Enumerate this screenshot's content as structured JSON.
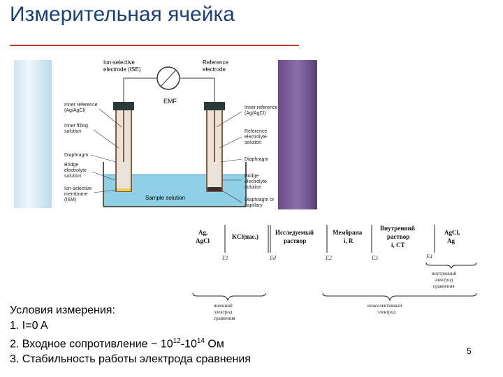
{
  "title": "Измерительная ячейка",
  "cell": {
    "ise_label": [
      "Ion-selective",
      "electrode (ISE)"
    ],
    "ref_label": [
      "Reference",
      "electrode"
    ],
    "emf": "EMF",
    "sample": "Sample solution",
    "left_labels": [
      [
        "Inner reference",
        "(Ag/AgCl)"
      ],
      [
        "Inner filling",
        "solution"
      ],
      [
        "Diaphragm"
      ],
      [
        "Bridge",
        "electrolyte",
        "solution"
      ],
      [
        "Ion-selective",
        "membrane",
        "(ISM)"
      ]
    ],
    "right_labels": [
      [
        "Inner reference",
        "(Ag/AgCl)"
      ],
      [
        "Reference",
        "electrolyte",
        "solution"
      ],
      [
        "Diaphragm"
      ],
      [
        "Bridge",
        "electrolyte",
        "solution"
      ],
      [
        "Diaphragm or",
        "capillary"
      ]
    ]
  },
  "schema": {
    "cols": [
      [
        "Ag,",
        "AgCl"
      ],
      [
        "KCl(нас.)"
      ],
      [
        "Исследуемый",
        "раствор"
      ],
      [
        "Мембрана",
        "i, R"
      ],
      [
        "Внутренний",
        "раствор",
        "i, CT"
      ],
      [
        "AgCl,",
        "Ag"
      ]
    ],
    "potentials": [
      "E1",
      "Ed",
      "E2",
      "E3",
      "E4"
    ],
    "brace_labels": {
      "ref": [
        "внешний",
        "электрод",
        "сравнения"
      ],
      "ise": [
        "ионселективный",
        "электрод"
      ],
      "inner": [
        "внутренний",
        "электрод",
        "сравнения"
      ]
    }
  },
  "notes": {
    "heading": "Условия измерения:",
    "item1": "1. I=0 A",
    "item2_prefix": "2. Входное сопротивление ~ 10",
    "item2_exp1": "12",
    "item2_mid": "-10",
    "item2_exp2": "14",
    "item2_suffix": " Ом",
    "item3": "3. Стабильность работы электрода сравнения"
  },
  "page_number": "5",
  "colors": {
    "title": "#1c3f7a",
    "rule": "#c0392b",
    "solution": "#8fd0e6"
  }
}
